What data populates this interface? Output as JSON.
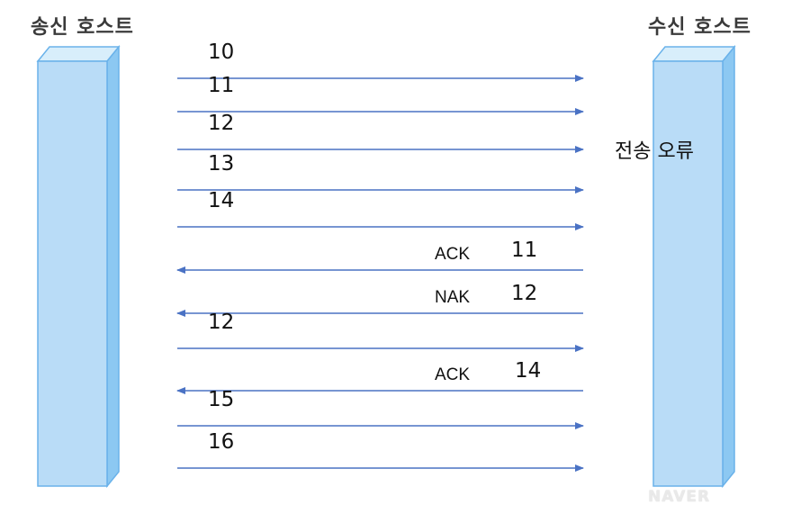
{
  "hosts": {
    "sender": "송신 호스트",
    "receiver": "수신 호스트"
  },
  "messages": [
    {
      "direction": "send",
      "label": "10"
    },
    {
      "direction": "send",
      "label": "11"
    },
    {
      "direction": "send",
      "label": "12"
    },
    {
      "direction": "send",
      "label": "13"
    },
    {
      "direction": "send",
      "label": "14"
    },
    {
      "direction": "reply",
      "label": "ACK",
      "number": "11"
    },
    {
      "direction": "reply",
      "label": "NAK",
      "number": "12"
    },
    {
      "direction": "send",
      "label": "12"
    },
    {
      "direction": "reply",
      "label": "ACK",
      "number": "14"
    },
    {
      "direction": "send",
      "label": "15"
    },
    {
      "direction": "send",
      "label": "16"
    }
  ],
  "error_note": "전송 오류",
  "watermark": "NAVER",
  "colors": {
    "arrow": "#4a72c4",
    "bar_front": "#b9dcf7",
    "bar_side": "#8cc8f2",
    "bar_top": "#d8eefb",
    "bar_edge": "#6ab2ea"
  }
}
